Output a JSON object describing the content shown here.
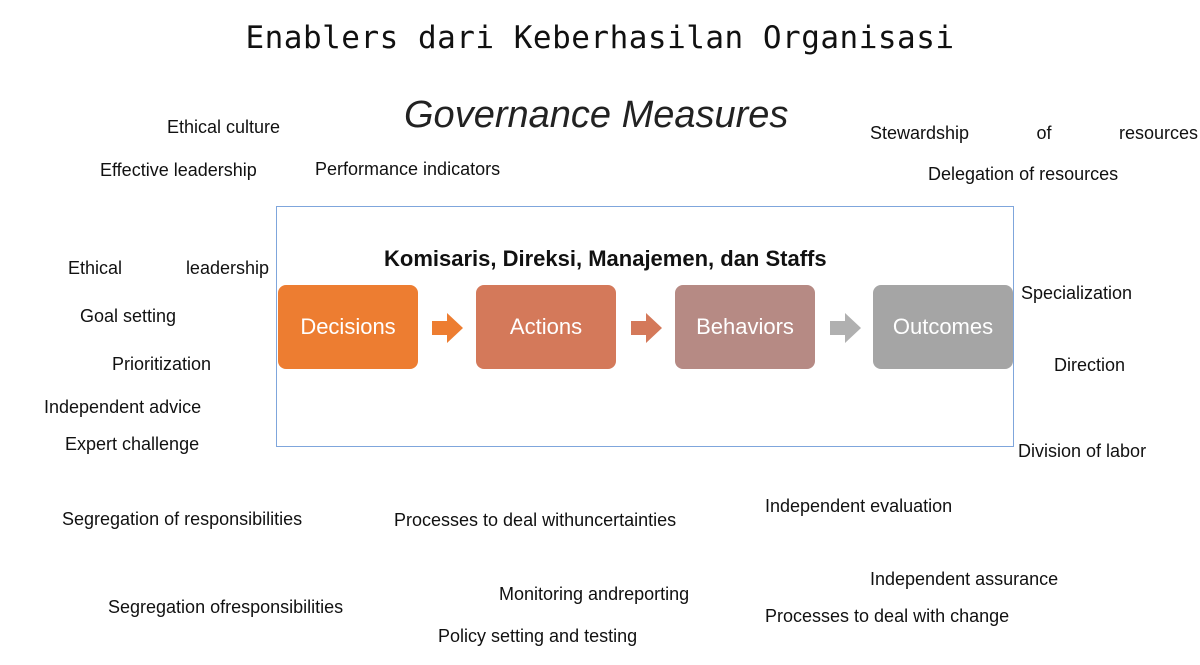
{
  "title": "Enablers dari Keberhasilan Organisasi",
  "subtitle": "Governance Measures",
  "frame_title": "Komisaris, Direksi, Manajemen, dan Staffs",
  "flow": [
    {
      "label": "Decisions",
      "color": "#ed7d31"
    },
    {
      "label": "Actions",
      "color": "#d4795a"
    },
    {
      "label": "Behaviors",
      "color": "#b68a84"
    },
    {
      "label": "Outcomes",
      "color": "#a5a5a5"
    }
  ],
  "arrow_colors": [
    "#ed7d31",
    "#d4795a",
    "#b0b0b0"
  ],
  "labels": {
    "ethical_culture": "Ethical culture",
    "effective_leadership": "Effective leadership",
    "performance_indicators": "Performance indicators",
    "stewardship": [
      "Stewardship",
      "of",
      "resources"
    ],
    "delegation": "Delegation of resources",
    "ethical_leadership": [
      "Ethical",
      "leadership"
    ],
    "goal_setting": "Goal setting",
    "prioritization": "Prioritization",
    "independent_advice": "Independent advice",
    "expert_challenge": "Expert challenge",
    "specialization": "Specialization",
    "direction": "Direction",
    "division_of_labor": "Division of labor",
    "segregation_1": "Segregation of responsibilities",
    "processes_uncertainties": "Processes to deal withuncertainties",
    "independent_evaluation": "Independent evaluation",
    "independent_assurance": "Independent assurance",
    "segregation_2": "Segregation ofresponsibilities",
    "monitoring": "Monitoring andreporting",
    "processes_change": "Processes to deal with change",
    "policy": "Policy setting and testing"
  }
}
